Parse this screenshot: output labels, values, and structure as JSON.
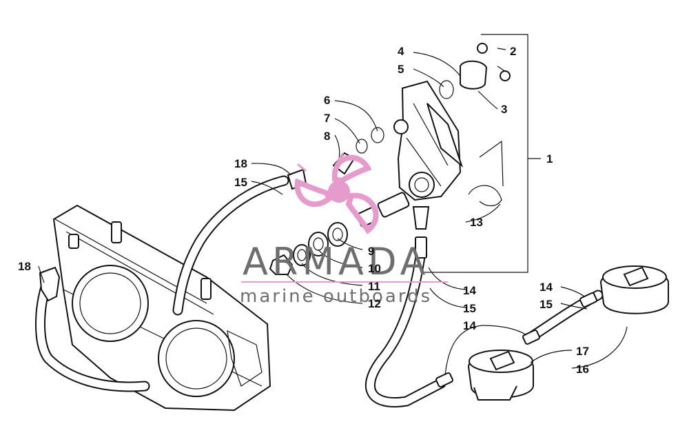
{
  "watermark": {
    "title": "ARMADA",
    "subtitle": "marine outboards",
    "logo_color": "#e59ccc",
    "text_color": "#6e6e6e"
  },
  "callouts": {
    "c1": "1",
    "c2": "2",
    "c3": "3",
    "c4": "4",
    "c5": "5",
    "c6": "6",
    "c7": "7",
    "c8": "8",
    "c9": "9",
    "c10": "10",
    "c11": "11",
    "c12": "12",
    "c13": "13",
    "c14a": "14",
    "c14b": "14",
    "c14c": "14",
    "c15a": "15",
    "c15b": "15",
    "c15c": "15",
    "c16": "16",
    "c17": "17",
    "c18a": "18",
    "c18b": "18"
  }
}
